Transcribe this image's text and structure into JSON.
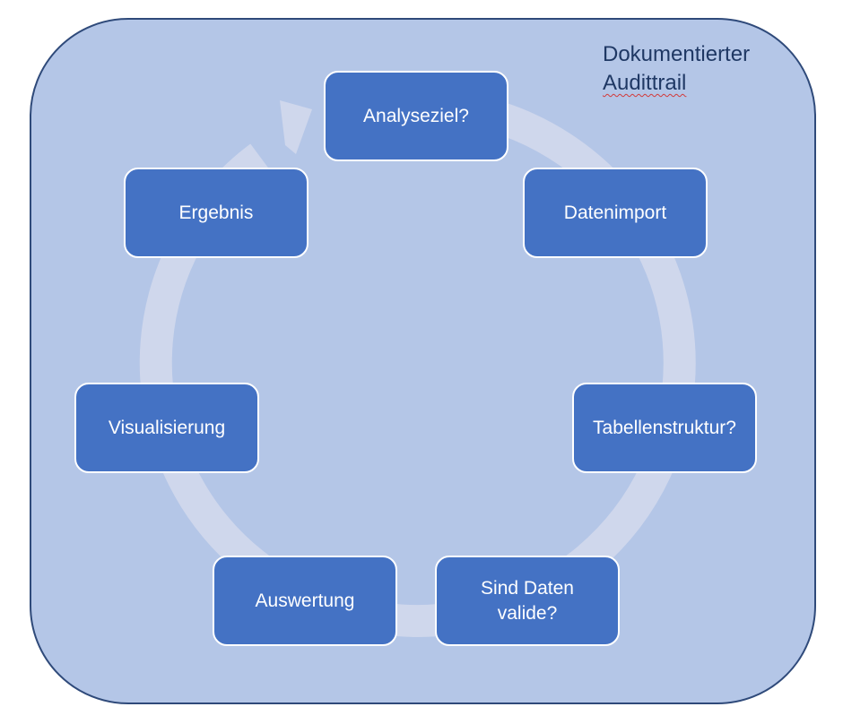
{
  "diagram": {
    "title_line1": "Dokumentierter",
    "title_line2": "Audittrail",
    "colors": {
      "container_fill": "#b4c6e7",
      "container_border": "#2f4a7a",
      "step_fill": "#4472c4",
      "step_border": "#ffffff",
      "ring": "#d2d8ec",
      "title_text": "#1f3864"
    },
    "cycle_direction": "clockwise",
    "steps": [
      {
        "label": "Analyseziel?"
      },
      {
        "label": "Datenimport"
      },
      {
        "label": "Tabellenstruktur?"
      },
      {
        "label": "Sind Daten\nvalide?"
      },
      {
        "label": "Auswertung"
      },
      {
        "label": "Visualisierung"
      },
      {
        "label": "Ergebnis"
      }
    ]
  }
}
